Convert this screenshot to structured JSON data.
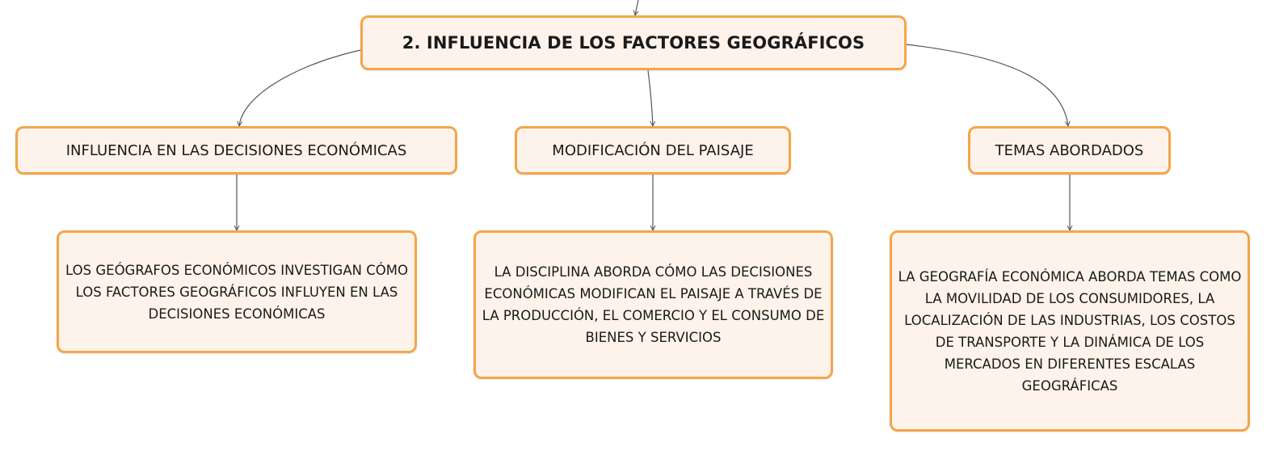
{
  "root": {
    "title": "2. INFLUENCIA DE LOS FACTORES GEOGRÁFICOS"
  },
  "branches": [
    {
      "label": "INFLUENCIA EN LAS DECISIONES ECONÓMICAS",
      "detail": "LOS GEÓGRAFOS ECONÓMICOS INVESTIGAN CÓMO LOS FACTORES GEOGRÁFICOS INFLUYEN EN LAS DECISIONES ECONÓMICAS"
    },
    {
      "label": "MODIFICACIÓN DEL PAISAJE",
      "detail": "LA DISCIPLINA ABORDA CÓMO LAS DECISIONES ECONÓMICAS MODIFICAN EL PAISAJE A TRAVÉS DE LA PRODUCCIÓN, EL COMERCIO Y EL CONSUMO DE BIENES Y SERVICIOS"
    },
    {
      "label": "TEMAS ABORDADOS",
      "detail": "LA GEOGRAFÍA ECONÓMICA ABORDA TEMAS COMO LA MOVILIDAD DE LOS CONSUMIDORES, LA LOCALIZACIÓN DE LAS INDUSTRIAS, LOS COSTOS DE TRANSPORTE Y LA DINÁMICA DE LOS MERCADOS EN DIFERENTES ESCALAS GEOGRÁFICAS"
    }
  ],
  "colors": {
    "node_fill": "#fdf3ea",
    "node_border": "#f4a54a",
    "connector": "#555555",
    "text": "#1a1a1a"
  }
}
